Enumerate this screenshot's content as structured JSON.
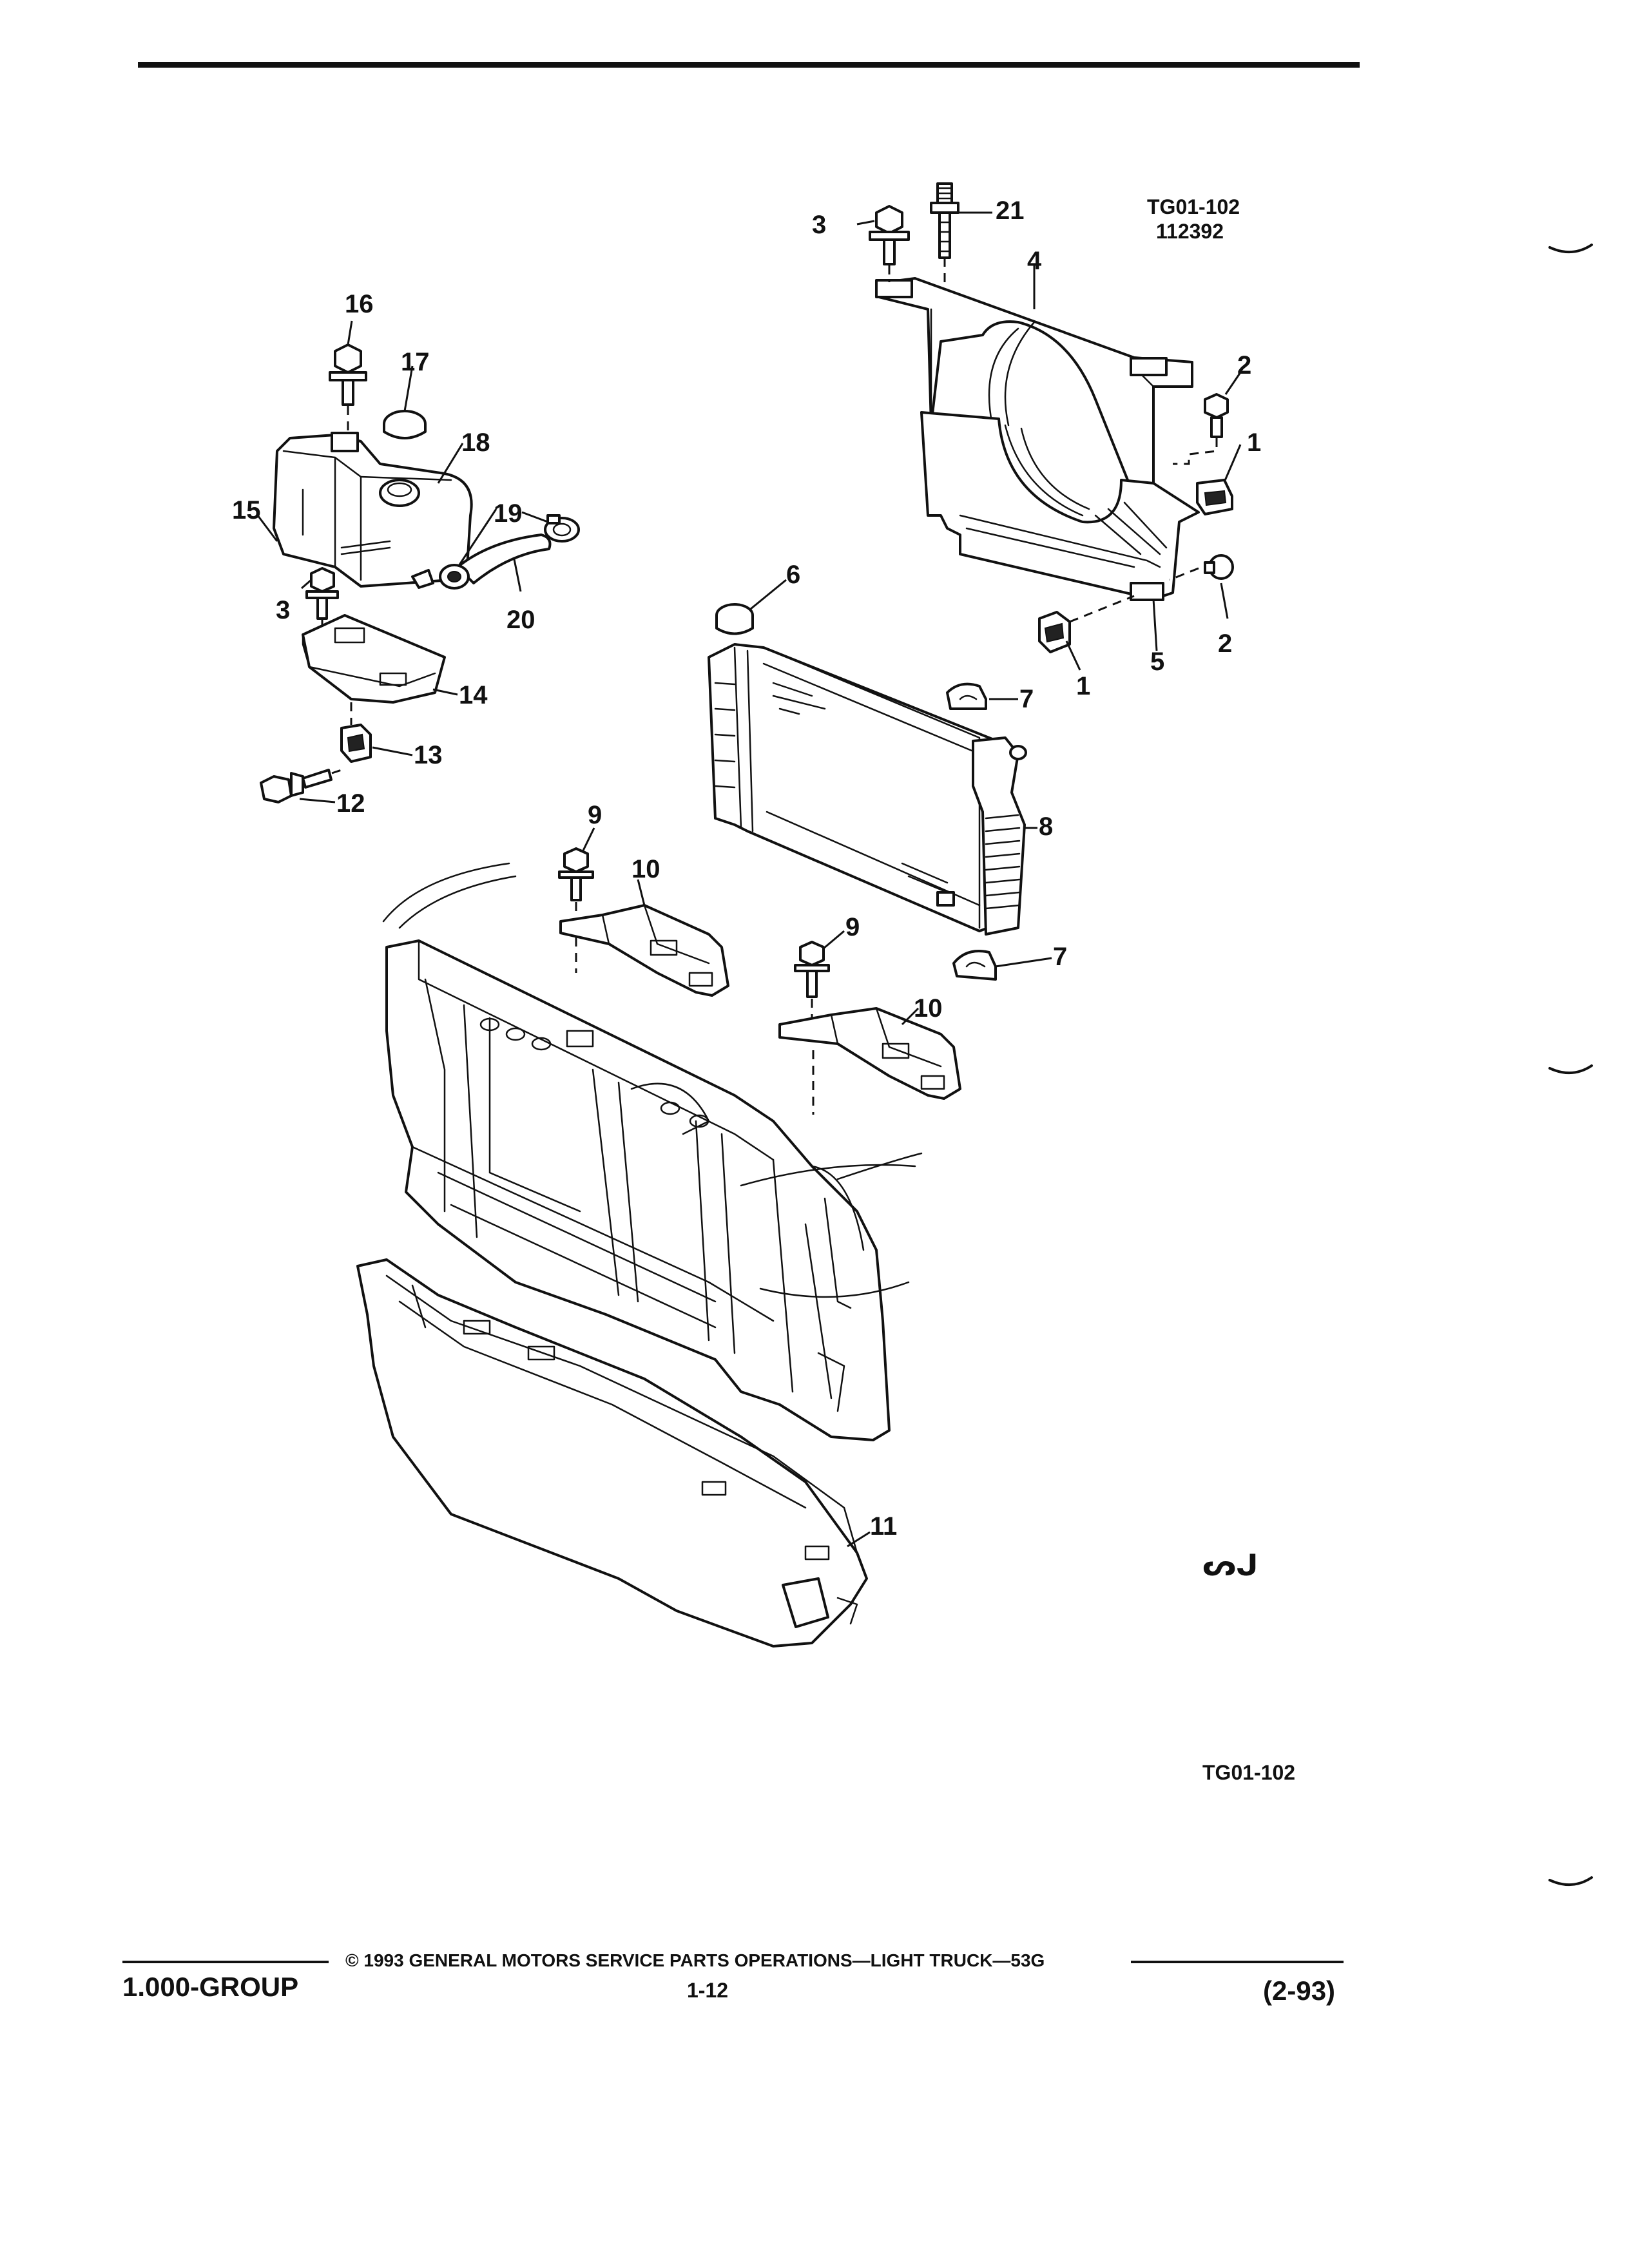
{
  "figure": {
    "ref_top_line1": "TG01-102",
    "ref_top_line2": "112392",
    "ref_bottom": "TG01-102",
    "mark": "ᔕᒍ"
  },
  "callouts": [
    {
      "key": "c1a",
      "label": "1"
    },
    {
      "key": "c1b",
      "label": "1"
    },
    {
      "key": "c2a",
      "label": "2"
    },
    {
      "key": "c2b",
      "label": "2"
    },
    {
      "key": "c3a",
      "label": "3"
    },
    {
      "key": "c3b",
      "label": "3"
    },
    {
      "key": "c4",
      "label": "4"
    },
    {
      "key": "c5",
      "label": "5"
    },
    {
      "key": "c6",
      "label": "6"
    },
    {
      "key": "c7a",
      "label": "7"
    },
    {
      "key": "c7b",
      "label": "7"
    },
    {
      "key": "c8",
      "label": "8"
    },
    {
      "key": "c9a",
      "label": "9"
    },
    {
      "key": "c9b",
      "label": "9"
    },
    {
      "key": "c10a",
      "label": "10"
    },
    {
      "key": "c10b",
      "label": "10"
    },
    {
      "key": "c11",
      "label": "11"
    },
    {
      "key": "c12",
      "label": "12"
    },
    {
      "key": "c13",
      "label": "13"
    },
    {
      "key": "c14",
      "label": "14"
    },
    {
      "key": "c15",
      "label": "15"
    },
    {
      "key": "c16",
      "label": "16"
    },
    {
      "key": "c17",
      "label": "17"
    },
    {
      "key": "c18",
      "label": "18"
    },
    {
      "key": "c19",
      "label": "19"
    },
    {
      "key": "c20",
      "label": "20"
    },
    {
      "key": "c21",
      "label": "21"
    }
  ],
  "footer": {
    "group": "1.000-GROUP",
    "copyright": "© 1993 GENERAL MOTORS SERVICE PARTS OPERATIONS—LIGHT TRUCK—53G",
    "page": "1-12",
    "date": "(2-93)"
  }
}
